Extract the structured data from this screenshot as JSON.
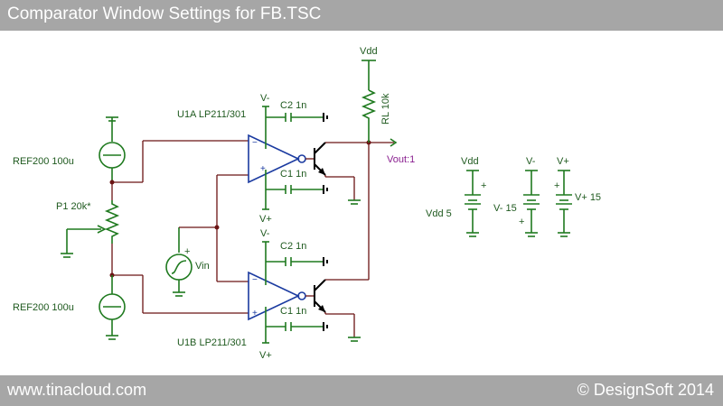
{
  "header": {
    "title": "Comparator Window Settings for FB.TSC"
  },
  "footer": {
    "left": "www.tinacloud.com",
    "right": "© DesignSoft 2014"
  },
  "schematic": {
    "labels": {
      "vdd_top": "Vdd",
      "rl": "RL 10k",
      "u1a": "U1A LP211/301",
      "u1b": "U1B LP211/301",
      "vminus_top": "V-",
      "vplus_top": "V+",
      "vminus_bot": "V-",
      "vplus_bot": "V+",
      "c2_top": "C2 1n",
      "c1_top": "C1 1n",
      "c2_bot": "C2 1n",
      "c1_bot": "C1 1n",
      "ref_top": "REF200 100u",
      "ref_bot": "REF200 100u",
      "p1": "P1 20k*",
      "vin": "Vin",
      "vout": "Vout:1",
      "supply_vdd_net": "Vdd",
      "supply_vm_net": "V-",
      "supply_vp_net": "V+",
      "supply_vdd_val": "Vdd 5",
      "supply_vm_val": "V- 15",
      "supply_vp_val": "V+ 15"
    }
  }
}
